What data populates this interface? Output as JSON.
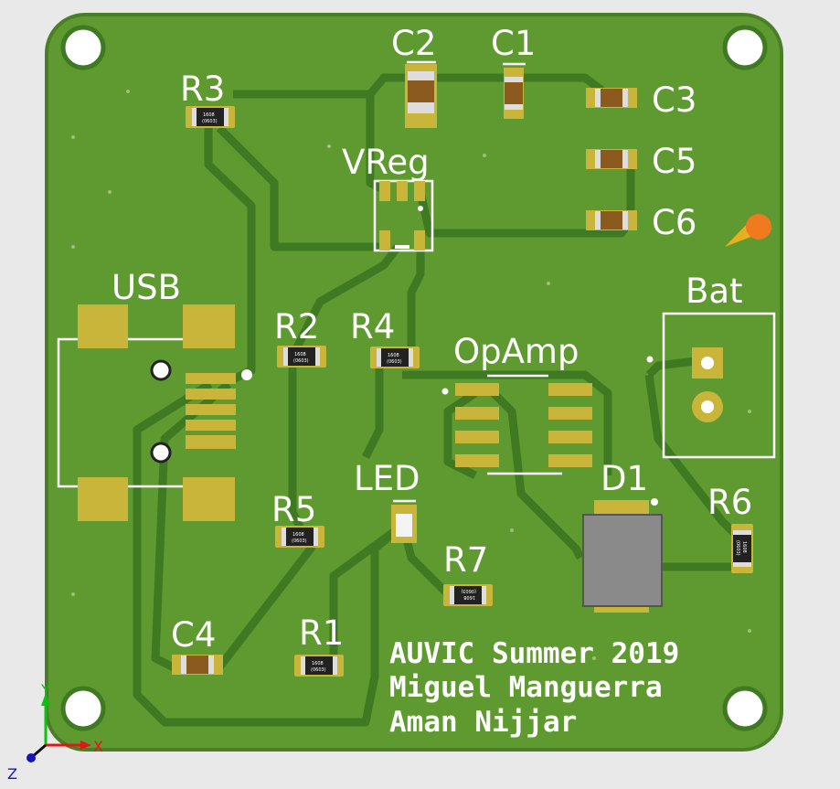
{
  "board": {
    "colors": {
      "board": "#5f9a30",
      "edge": "#4a7f28",
      "trace": "#3f7a22",
      "pad": "#c9b53a",
      "silk": "#ffffff"
    },
    "components": {
      "C2": "C2",
      "C1": "C1",
      "R3": "R3",
      "C3": "C3",
      "VReg": "VReg",
      "C5": "C5",
      "C6": "C6",
      "USB": "USB",
      "R2": "R2",
      "R4": "R4",
      "OpAmp": "OpAmp",
      "Bat": "Bat",
      "LED": "LED",
      "D1": "D1",
      "R6": "R6",
      "R5": "R5",
      "R7": "R7",
      "C4": "C4",
      "R1": "R1"
    },
    "resistor_marking": "1608",
    "resistor_marking_2": "(0603)",
    "credits": [
      "AUVIC Summer 2019",
      "Miguel Manguerra",
      "Aman Nijjar"
    ]
  },
  "axes": {
    "x": "X",
    "y": "Y",
    "z": "Z"
  }
}
